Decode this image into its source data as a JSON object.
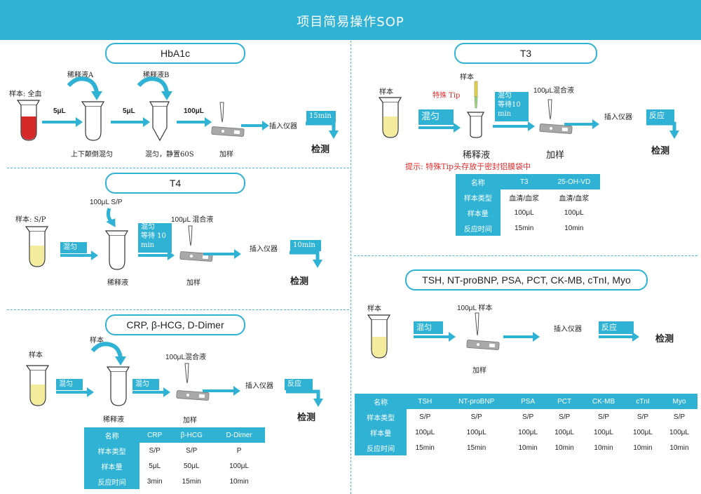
{
  "header_title": "项目简易操作SOP",
  "hba1c": {
    "title": "HbA1c",
    "sample": "样本: 全血",
    "diluent_a": "稀释液A",
    "diluent_b": "稀释液B",
    "v1": "5μL",
    "v2": "5μL",
    "v3": "100μL",
    "mix1": "上下颠倒混匀",
    "mix2": "混匀，静置60S",
    "add": "加样",
    "insert": "插入仪器",
    "time": "15min",
    "detect": "检测"
  },
  "t3": {
    "title": "T3",
    "sample": "样本",
    "sample2": "样本",
    "special_tip": "特殊 Tip",
    "mix": "混匀",
    "wait_mix": "混匀",
    "wait_text": "等待10",
    "wait_unit": "min",
    "mixture": "100μL混合液",
    "diluent": "稀释液",
    "add": "加样",
    "insert": "插入仪器",
    "react": "反应",
    "detect": "检测",
    "note": "提示: 特殊Tip头存放于密封铝膜袋中",
    "table": [
      [
        "名称",
        "T3",
        "25-OH-VD"
      ],
      [
        "样本类型",
        "血清/血浆",
        "血清/血浆"
      ],
      [
        "样本量",
        "100μL",
        "100μL"
      ],
      [
        "反应时间",
        "15min",
        "10min"
      ]
    ]
  },
  "t4": {
    "title": "T4",
    "sample": "样本: S/P",
    "vol": "100μL S/P",
    "mix": "混匀",
    "wait_mix": "混匀",
    "wait_text": "等待 10",
    "wait_unit": "min",
    "mixture": "100μL 混合液",
    "diluent": "稀释液",
    "add": "加样",
    "insert": "插入仪器",
    "time": "10min",
    "detect": "检测"
  },
  "crp": {
    "title": "CRP, β-HCG, D-Dimer",
    "sample": "样本",
    "sample2": "样本",
    "mix1": "混匀",
    "mix2": "混匀",
    "mixture": "100μL混合液",
    "diluent": "稀释液",
    "add": "加样",
    "insert": "插入仪器",
    "react": "反应",
    "detect": "检测",
    "table": [
      [
        "名称",
        "CRP",
        "β-HCG",
        "D-Dimer"
      ],
      [
        "样本类型",
        "S/P",
        "S/P",
        "P"
      ],
      [
        "样本量",
        "5μL",
        "50μL",
        "100μL"
      ],
      [
        "反应时间",
        "3min",
        "15min",
        "10min"
      ]
    ]
  },
  "tsh": {
    "title": "TSH, NT-proBNP, PSA, PCT, CK-MB, cTnI, Myo",
    "sample": "样本",
    "vol": "100μL 样本",
    "mix": "混匀",
    "add": "加样",
    "insert": "插入仪器",
    "react": "反应",
    "detect": "检测",
    "table": [
      [
        "名称",
        "TSH",
        "NT-proBNP",
        "PSA",
        "PCT",
        "CK-MB",
        "cTnI",
        "Myo"
      ],
      [
        "样本类型",
        "S/P",
        "S/P",
        "S/P",
        "S/P",
        "S/P",
        "S/P",
        "S/P"
      ],
      [
        "样本量",
        "100μL",
        "100μL",
        "100μL",
        "100μL",
        "100μL",
        "100μL",
        "100μL"
      ],
      [
        "反应时间",
        "15min",
        "15min",
        "10min",
        "10min",
        "10min",
        "10min",
        "10min"
      ]
    ]
  },
  "colors": {
    "accent": "#2fb2d4",
    "blood": "#d62a2a",
    "serum": "#f3ec9c",
    "warning": "#e02a2a"
  }
}
